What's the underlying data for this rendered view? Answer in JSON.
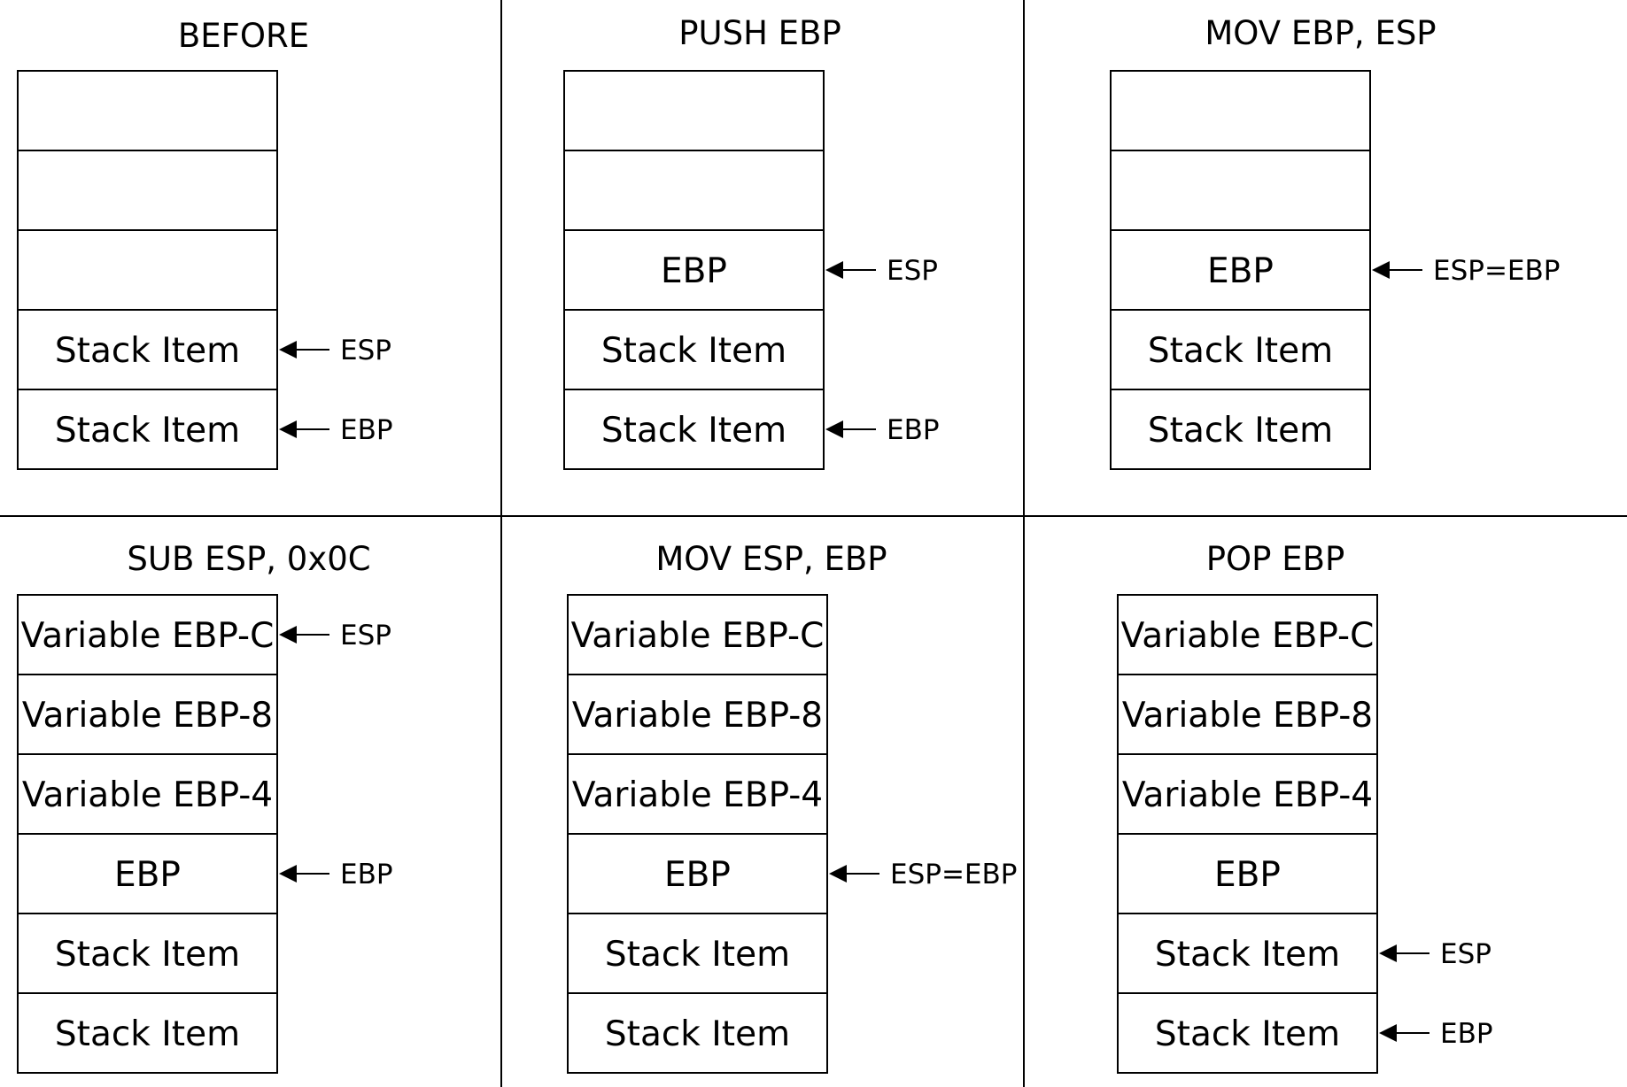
{
  "panels": [
    {
      "title": "BEFORE",
      "cells": [
        "",
        "",
        "",
        "Stack Item",
        "Stack Item"
      ],
      "pointers": [
        {
          "cell": 3,
          "label": "ESP"
        },
        {
          "cell": 4,
          "label": "EBP"
        }
      ]
    },
    {
      "title": "PUSH EBP",
      "cells": [
        "",
        "",
        "EBP",
        "Stack Item",
        "Stack Item"
      ],
      "pointers": [
        {
          "cell": 2,
          "label": "ESP"
        },
        {
          "cell": 4,
          "label": "EBP"
        }
      ]
    },
    {
      "title": "MOV EBP, ESP",
      "cells": [
        "",
        "",
        "EBP",
        "Stack Item",
        "Stack Item"
      ],
      "pointers": [
        {
          "cell": 2,
          "label": "ESP=EBP"
        }
      ]
    },
    {
      "title": "SUB ESP, 0x0C",
      "cells": [
        "Variable EBP-C",
        "Variable EBP-8",
        "Variable EBP-4",
        "EBP",
        "Stack Item",
        "Stack Item"
      ],
      "pointers": [
        {
          "cell": 0,
          "label": "ESP"
        },
        {
          "cell": 3,
          "label": "EBP"
        }
      ]
    },
    {
      "title": "MOV ESP, EBP",
      "cells": [
        "Variable EBP-C",
        "Variable EBP-8",
        "Variable EBP-4",
        "EBP",
        "Stack Item",
        "Stack Item"
      ],
      "pointers": [
        {
          "cell": 3,
          "label": "ESP=EBP"
        }
      ]
    },
    {
      "title": "POP EBP",
      "cells": [
        "Variable EBP-C",
        "Variable EBP-8",
        "Variable EBP-4",
        "EBP",
        "Stack Item",
        "Stack Item"
      ],
      "pointers": [
        {
          "cell": 4,
          "label": "ESP"
        },
        {
          "cell": 5,
          "label": "EBP"
        }
      ]
    }
  ]
}
